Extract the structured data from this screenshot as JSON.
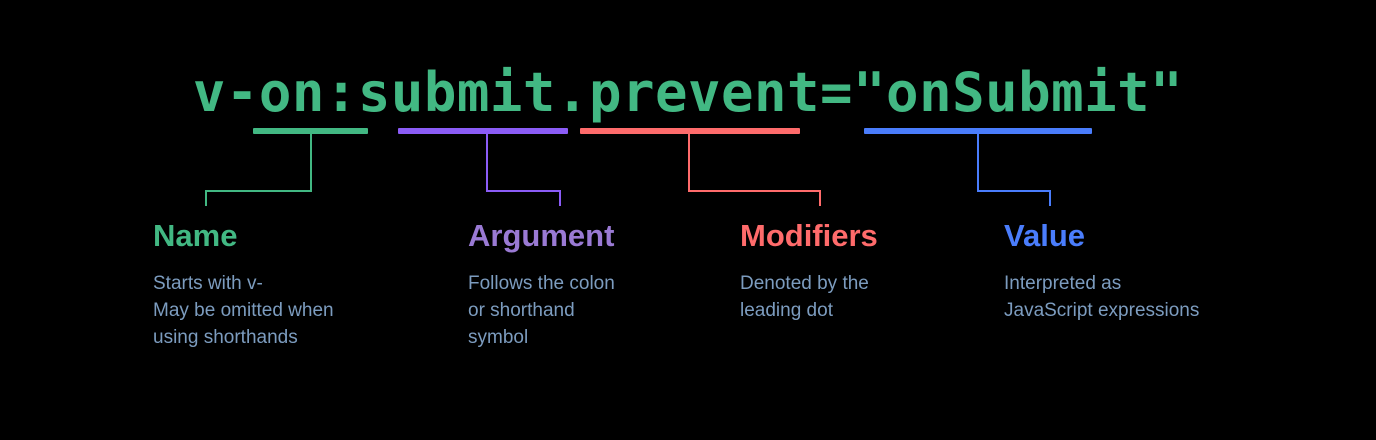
{
  "background": "#000000",
  "code": {
    "text": "v-on:submit.prevent=\"onSubmit\"",
    "color": "#42b883"
  },
  "palette": {
    "green": "#42b883",
    "purple": "#8b5cf6",
    "red": "#ff6b6b",
    "blue": "#4a7dfc",
    "description_text": "#7c9cbf"
  },
  "parts": [
    {
      "id": "name",
      "title": "Name",
      "title_color": "#42b883",
      "bar_color": "#42b883",
      "description": "Starts with v-\nMay be omitted when\nusing shorthands"
    },
    {
      "id": "argument",
      "title": "Argument",
      "title_color": "#9a7ad4",
      "bar_color": "#8b5cf6",
      "description": "Follows the colon\nor shorthand\nsymbol"
    },
    {
      "id": "modifiers",
      "title": "Modifiers",
      "title_color": "#ff6b6b",
      "bar_color": "#ff6b6b",
      "description": "Denoted by the\nleading dot"
    },
    {
      "id": "value",
      "title": "Value",
      "title_color": "#4a7dfc",
      "bar_color": "#4a7dfc",
      "description": "Interpreted as\nJavaScript expressions"
    }
  ]
}
